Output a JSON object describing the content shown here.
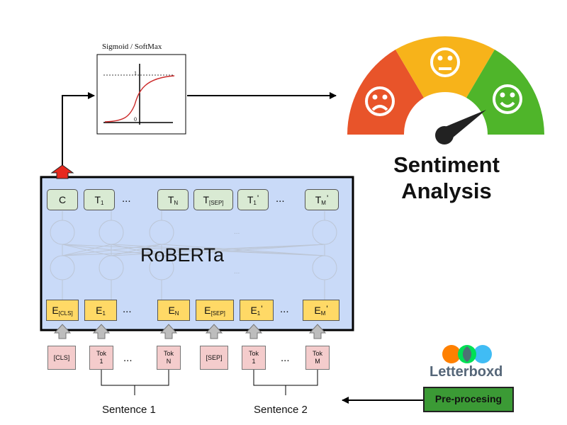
{
  "model_label": "RoBERTa",
  "output_tokens": [
    {
      "main": "C",
      "sub": "",
      "prime": ""
    },
    {
      "main": "T",
      "sub": "1",
      "prime": ""
    },
    {
      "main": "T",
      "sub": "N",
      "prime": ""
    },
    {
      "main": "T",
      "sub": "[SEP]",
      "prime": ""
    },
    {
      "main": "T",
      "sub": "1",
      "prime": "'"
    },
    {
      "main": "T",
      "sub": "M",
      "prime": "'"
    }
  ],
  "embedding_tokens": [
    {
      "main": "E",
      "sub": "[CLS]",
      "prime": ""
    },
    {
      "main": "E",
      "sub": "1",
      "prime": ""
    },
    {
      "main": "E",
      "sub": "N",
      "prime": ""
    },
    {
      "main": "E",
      "sub": "[SEP]",
      "prime": ""
    },
    {
      "main": "E",
      "sub": "1",
      "prime": "'"
    },
    {
      "main": "E",
      "sub": "M",
      "prime": "'"
    }
  ],
  "input_tokens": [
    "[CLS]",
    "Tok\n1",
    "Tok\nN",
    "[SEP]",
    "Tok\n1",
    "Tok\nM"
  ],
  "ellipsis": "...",
  "sentence1": "Sentence 1",
  "sentence2": "Sentence 2",
  "activation": {
    "title": "Sigmoid / SoftMax",
    "one_label": "1",
    "zero_label": "0"
  },
  "result": {
    "line1": "Sentiment",
    "line2": "Analysis"
  },
  "source": {
    "logo_text": "Letterboxd",
    "preprocess_label": "Pre-procesing"
  },
  "colors": {
    "roberta_bg": "#c9daf8",
    "output_box": "#d9ead3",
    "embedding_box": "#ffd966",
    "token_box": "#f4cccc",
    "gauge_red": "#e8542a",
    "gauge_yellow": "#f7b31a",
    "gauge_green": "#4fb52a",
    "preprocess_bg": "#3b9a35",
    "logo_orange": "#ff8000",
    "logo_green": "#00e054",
    "logo_blue": "#40bcf4",
    "cls_arrow": "#e6281e"
  }
}
